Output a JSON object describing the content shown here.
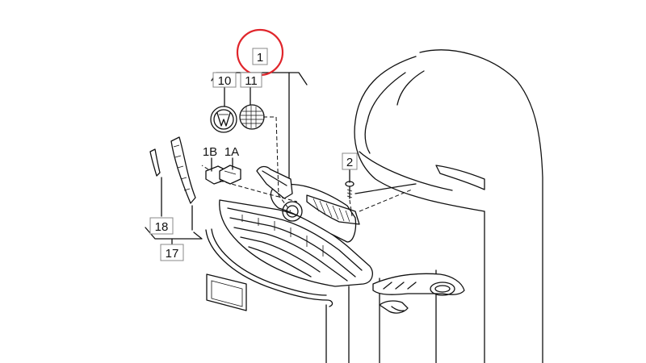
{
  "callouts": {
    "p1": "1",
    "p1a": "1A",
    "p1b": "1B",
    "p2": "2",
    "p10": "10",
    "p11": "11",
    "p17": "17",
    "p18": "18"
  },
  "colors": {
    "line": "#111111",
    "highlight_circle": "#e0252b",
    "label_box": "#888888",
    "background": "#ffffff"
  }
}
